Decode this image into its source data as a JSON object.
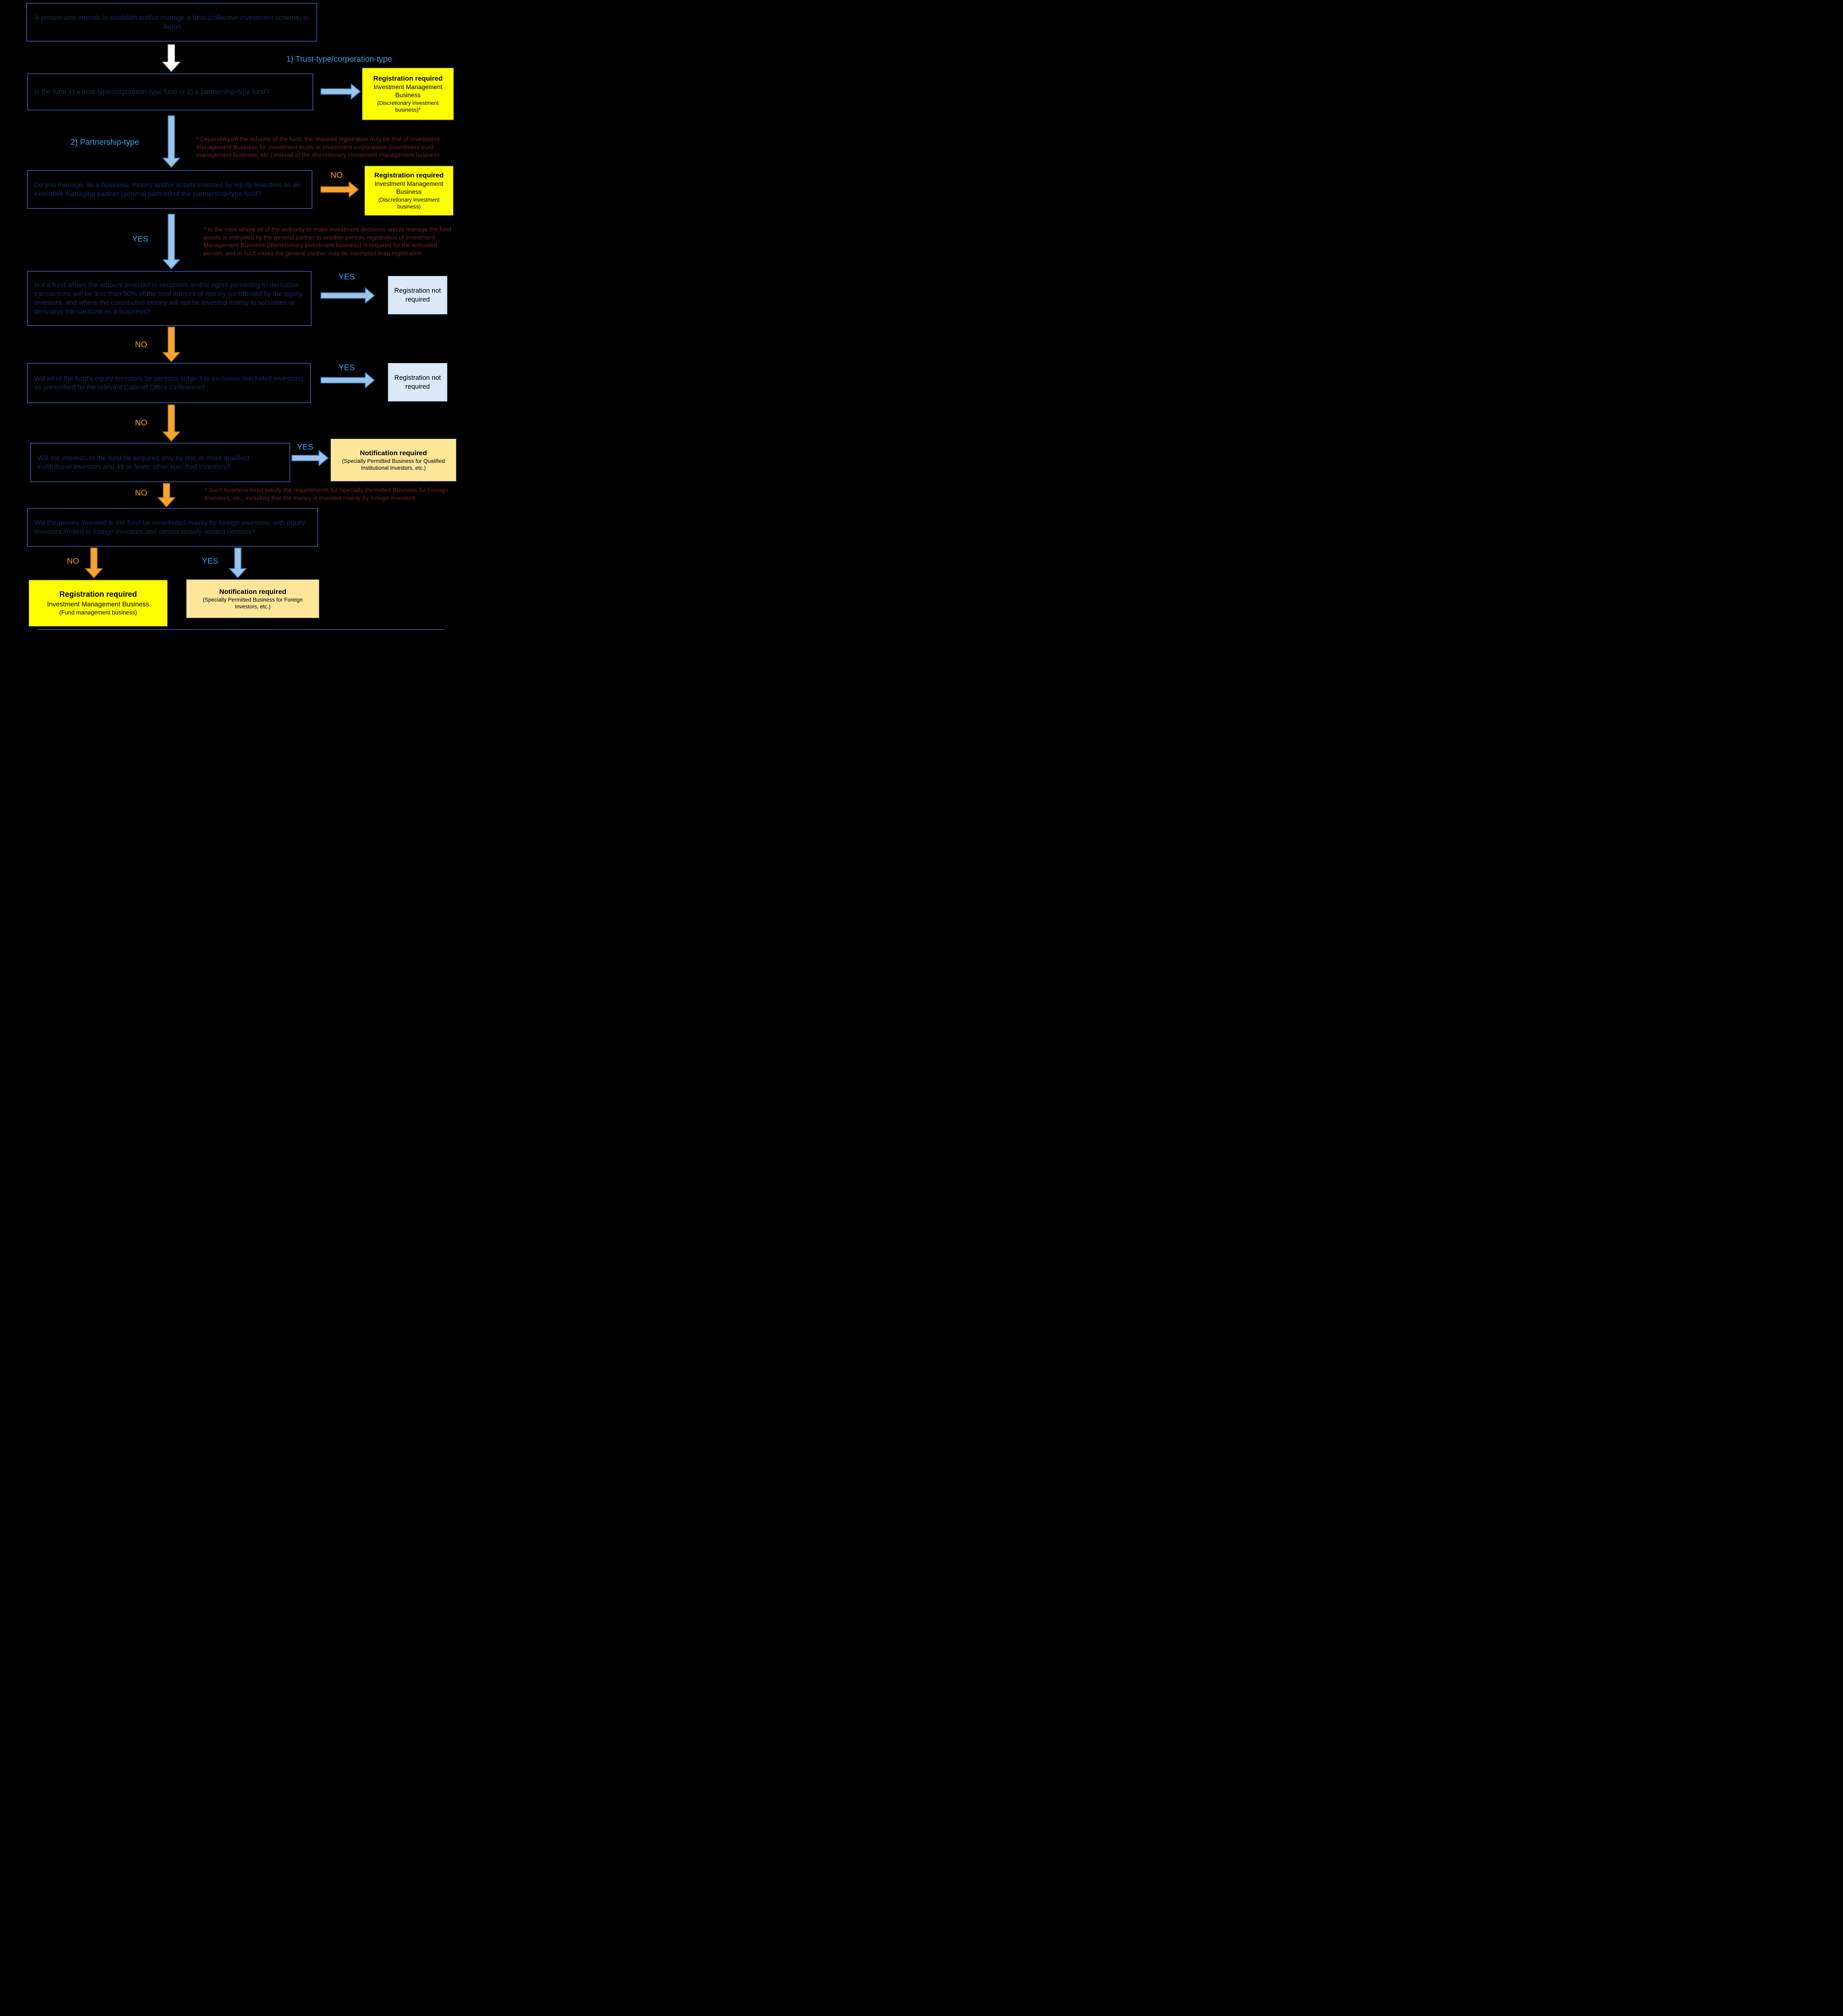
{
  "colors": {
    "background": "#000000",
    "box_border_blue": "#2f4e8f",
    "question_text": "#152a5c",
    "note_text": "#6d2424",
    "label_cyan": "#2aa3e6",
    "label_orange": "#f2a31b",
    "yellow_bg": "#ffff00",
    "yellow_border": "#262626",
    "cream_bg": "#ffe699",
    "cream_border": "#7f7f7f",
    "lightblue_bg": "#dde9f8",
    "lightblue_border": "#41719c",
    "arrow_blue_fill": "#9dc3e6",
    "arrow_blue_stroke": "#2e75b6",
    "arrow_orange_fill": "#f7a432",
    "arrow_orange_stroke": "#ad6c12",
    "arrow_white_fill": "#ffffff",
    "arrow_white_stroke": "#c9c9c9"
  },
  "flow": {
    "title": "A person who intends to establish and/or manage a fund (collective investment scheme) in Japan",
    "q1": "Is the fund 1) a trust-type/corporation-type fund or 2) a partnership-type fund?",
    "q2": "Do you manage, as a business, money and/or assets invested by equity investors as an executive managing partner (general partner) of the partnership-type fund?",
    "q3": "Is it a fund where the amount invested in securities and/or rights pertaining to derivative transactions will be less than 50% of the total amount of money contributed by the equity investors, and where the contributed money will not be invested mainly in securities or derivative transactions as a business?",
    "q4": "Will all of the fund's equity investors be persons subject to exclusion (excluded investors) as prescribed by the relevant Cabinet Office Ordinance?",
    "q5": "Will the interests in the fund be acquired only by one or more qualified institutional investors and 49 or fewer other specified investors?",
    "q6": "Will the money invested in the fund be contributed mainly by foreign investors, with equity investors limited to foreign investors and certain closely-related persons?",
    "labels": {
      "trust": "1) Trust-type/corporation-type",
      "partnership": "2) Partnership-type",
      "yes": "YES",
      "no": "NO"
    },
    "notes": {
      "n1": "* Depending on the scheme of the fund, the required registration may be that of Investment Management Business for investment trusts or investment corporations (investment trust management business, etc.) instead of the discretionary investment management business.",
      "n2": "* In the case where all of the authority to make investment decisions and to manage the fund assets is entrusted by the general partner to another person, registration of Investment Management Business (discretionary investment business) is required for the entrusted person, and in such cases the general partner may be exempted from registration.",
      "n3": "* Such business must satisfy the requirements for Specially Permitted Business for Foreign Investors, etc., including that the money is invested mainly by foreign investors."
    },
    "outcomes": {
      "o1": {
        "l1": "Registration required",
        "l2": "Investment Management Business",
        "l3": "(Discretionary investment business)*"
      },
      "o2": {
        "l1": "Registration required",
        "l2": "Investment Management Business",
        "l3": "(Discretionary investment business)"
      },
      "o3": {
        "l1": "Registration not required"
      },
      "o4": {
        "l1": "Registration not required"
      },
      "o5": {
        "l1": "Notification required",
        "l2": "(Specially Permitted Business for Qualified Institutional Investors, etc.)"
      },
      "o6": {
        "l1": "Registration required",
        "l2": "Investment Management Business",
        "l3": "(Fund management business)"
      },
      "o7": {
        "l1": "Notification required",
        "l2": "(Specially Permitted Business for Foreign Investors, etc.)"
      }
    }
  }
}
